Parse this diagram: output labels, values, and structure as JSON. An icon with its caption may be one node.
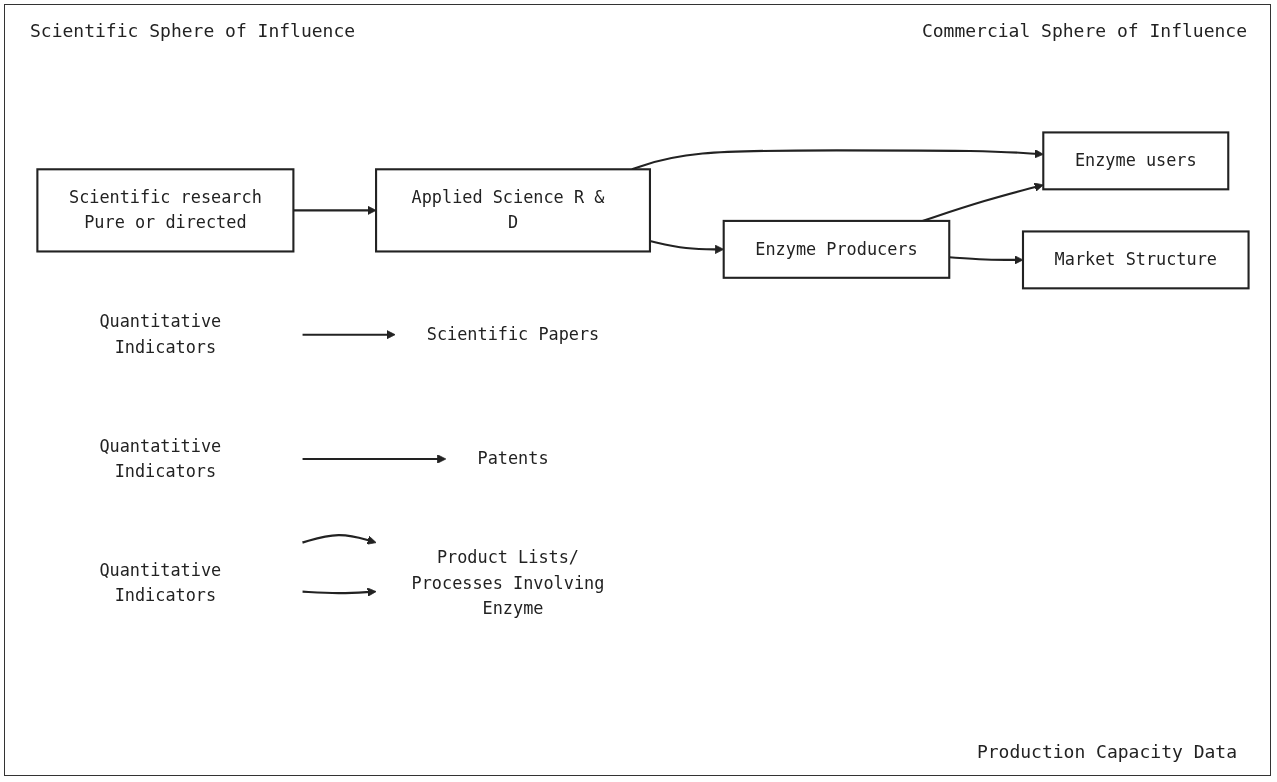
{
  "diagram": {
    "nodes": [
      {
        "text": [
          "Scientific research",
          "Pure or directed"
        ]
      },
      {
        "text": [
          "Applied Science R & D"
        ]
      },
      {
        "text": [
          "Enzyme Producers"
        ]
      },
      {
        "text": [
          "Enzyme users"
        ]
      },
      {
        "text": [
          "Market Structure"
        ]
      },
      {
        "text": [
          "Quantitative Indicators"
        ]
      },
      {
        "text": [
          "Quantatitive Indicators"
        ]
      },
      {
        "text": [
          "Quantitative Indicators"
        ]
      },
      {
        "text": [
          "Scientific Papers"
        ]
      },
      {
        "text": [
          "Patents"
        ]
      },
      {
        "text": [
          "Product Lists/ Processes Involving Enzyme"
        ]
      }
    ],
    "edges": [
      {
        "from": 0,
        "to": 1,
        "arrow": "to"
      },
      {
        "from": 1,
        "to": 2,
        "arrow": "to"
      },
      {
        "from": 1,
        "to": 3,
        "arrow": "to"
      },
      {
        "from": 2,
        "to": 3,
        "arrow": "to"
      },
      {
        "from": 2,
        "to": 4,
        "arrow": "to"
      },
      {
        "from": 5,
        "to": 8,
        "arrow": "to"
      },
      {
        "from": 6,
        "to": 9,
        "arrow": "to"
      },
      {
        "from": 7,
        "to": 10,
        "arrow": "to"
      },
      {
        "from": 7,
        "to": 10,
        "arrow": "to"
      }
    ],
    "labels": [
      "Scientific Sphere of Influence",
      "Commercial Sphere of Influence",
      "Production Capacity Data"
    ]
  }
}
